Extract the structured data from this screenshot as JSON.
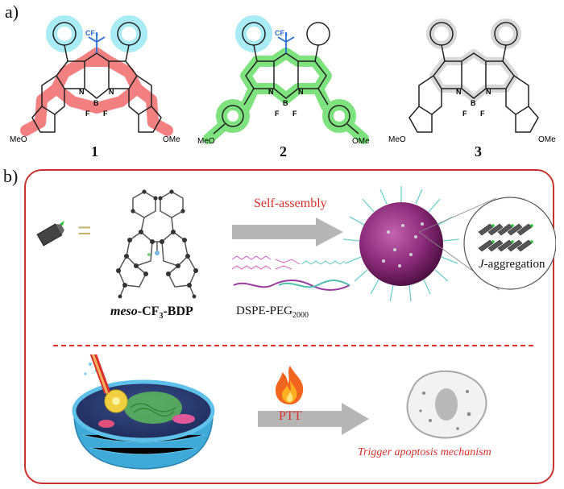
{
  "panel_a": {
    "label": "a)",
    "compounds": [
      {
        "number": "1",
        "left_sub": "MeO",
        "right_sub": "OMe",
        "cf3": "CF₃",
        "atoms": {
          "n_left": "N",
          "n_right": "N",
          "boron": "B",
          "f1": "F",
          "f2": "F"
        },
        "highlight": "#f26b6b"
      },
      {
        "number": "2",
        "left_sub": "MeO",
        "right_sub": "OMe",
        "cf3": "CF₃",
        "atoms": {
          "n_left": "N",
          "n_right": "N",
          "boron": "B",
          "f1": "F",
          "f2": "F"
        },
        "highlight": "#5fdc5f"
      },
      {
        "number": "3",
        "left_sub": "MeO",
        "right_sub": "OMe",
        "atoms": {
          "n_left": "N",
          "n_right": "N",
          "boron": "B",
          "f1": "F",
          "f2": "F"
        },
        "highlight": "#bdbdbd"
      }
    ]
  },
  "panel_b": {
    "label": "b)",
    "equals": "=",
    "molecule_name_italic": "meso",
    "molecule_name_rest": "-CF",
    "molecule_name_sub": "3",
    "molecule_name_end": "-BDP",
    "self_assembly": "Self-assembly",
    "dspe_main": "DSPE-PEG",
    "dspe_sub": "2000",
    "aggregation_italic": "J",
    "aggregation_rest": "-aggregation",
    "ptt": "PTT",
    "trigger": "Trigger apoptosis mechanism",
    "colors": {
      "accent_red": "#d9322b",
      "lipid_pink": "#d860c8",
      "peg_teal": "#5cc8c0",
      "nanoparticle": "#8a2a78"
    }
  }
}
